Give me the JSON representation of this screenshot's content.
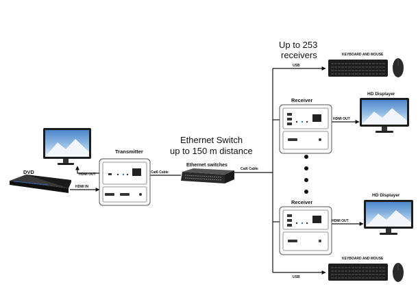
{
  "labels": {
    "up_to": "Up to 253",
    "receivers": "receivers",
    "ethernet_switch_line1": "Ethernet Switch",
    "ethernet_switch_line2": "up to 150 m distance",
    "ethernet_switches": "Ethernet switches",
    "transmitter": "Transmitter",
    "receiver_top": "Receiver",
    "receiver_bottom": "Receiver",
    "dvd": "DVD",
    "hdmi_out_tx": "HDMI OUT",
    "hdmi_in": "HDMI IN",
    "cat6_left": "Cat6 Cable",
    "cat6_right": "Cat6 Cable",
    "hdmi_out_top": "HDMI OUT",
    "hdmi_out_bottom": "HDMI OUT",
    "usb_top": "USB",
    "usb_bottom": "USB",
    "kbm_top": "KEYBOARD AND MOUSE",
    "kbm_bottom": "KEYBOARD AND MOUSE",
    "hd_displayer_top": "HD Displayer",
    "hd_displayer_bottom": "HD Displayer"
  },
  "colors": {
    "sky": "#6fa3d8",
    "snow": "#e8eef5",
    "accent": "#2a6fd6",
    "device": "#222222"
  }
}
